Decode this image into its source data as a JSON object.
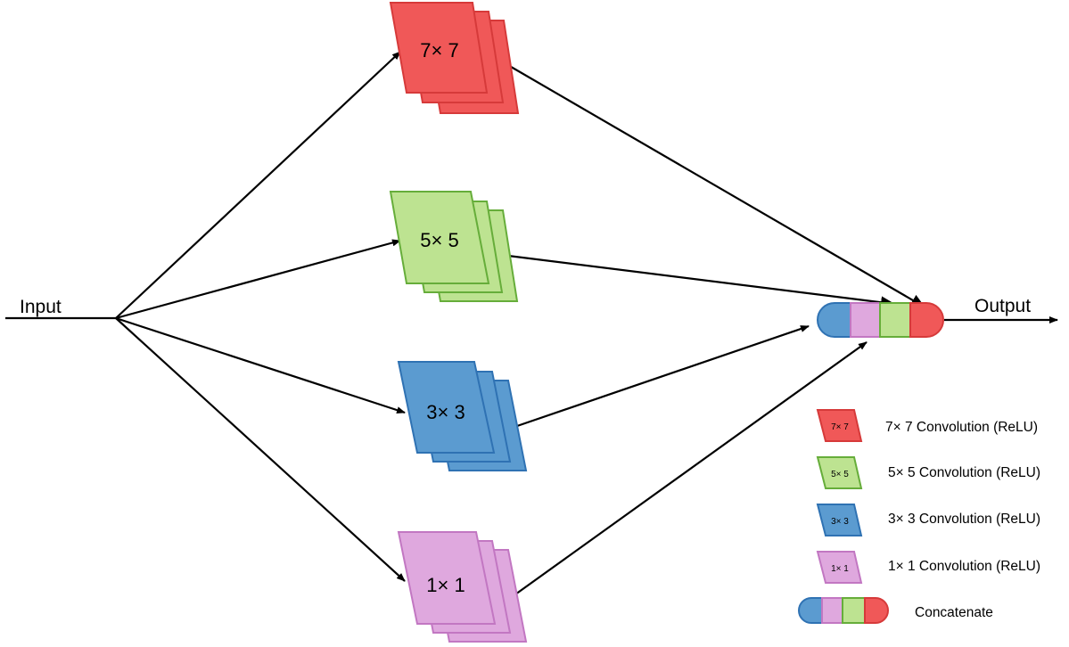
{
  "input_label": "Input",
  "output_label": "Output",
  "colors": {
    "red": {
      "fill": "#f05858",
      "stroke": "#d63a3a"
    },
    "green": {
      "fill": "#bde391",
      "stroke": "#66ad3a"
    },
    "blue": {
      "fill": "#5b9bd0",
      "stroke": "#2f72b3"
    },
    "pink": {
      "fill": "#dfa8de",
      "stroke": "#c277c2"
    }
  },
  "branches": [
    {
      "label": "7× 7",
      "color": "red"
    },
    {
      "label": "5× 5",
      "color": "green"
    },
    {
      "label": "3× 3",
      "color": "blue"
    },
    {
      "label": "1× 1",
      "color": "pink"
    }
  ],
  "concat_order": [
    "blue",
    "pink",
    "green",
    "red"
  ],
  "legend": [
    {
      "icon_label": "7× 7",
      "text": "7× 7 Convolution (ReLU)",
      "color": "red"
    },
    {
      "icon_label": "5× 5",
      "text": "5× 5 Convolution (ReLU)",
      "color": "green"
    },
    {
      "icon_label": "3× 3",
      "text": "3× 3 Convolution (ReLU)",
      "color": "blue"
    },
    {
      "icon_label": "1× 1",
      "text": "1× 1 Convolution (ReLU)",
      "color": "pink"
    }
  ],
  "concat_legend_label": "Concatenate"
}
